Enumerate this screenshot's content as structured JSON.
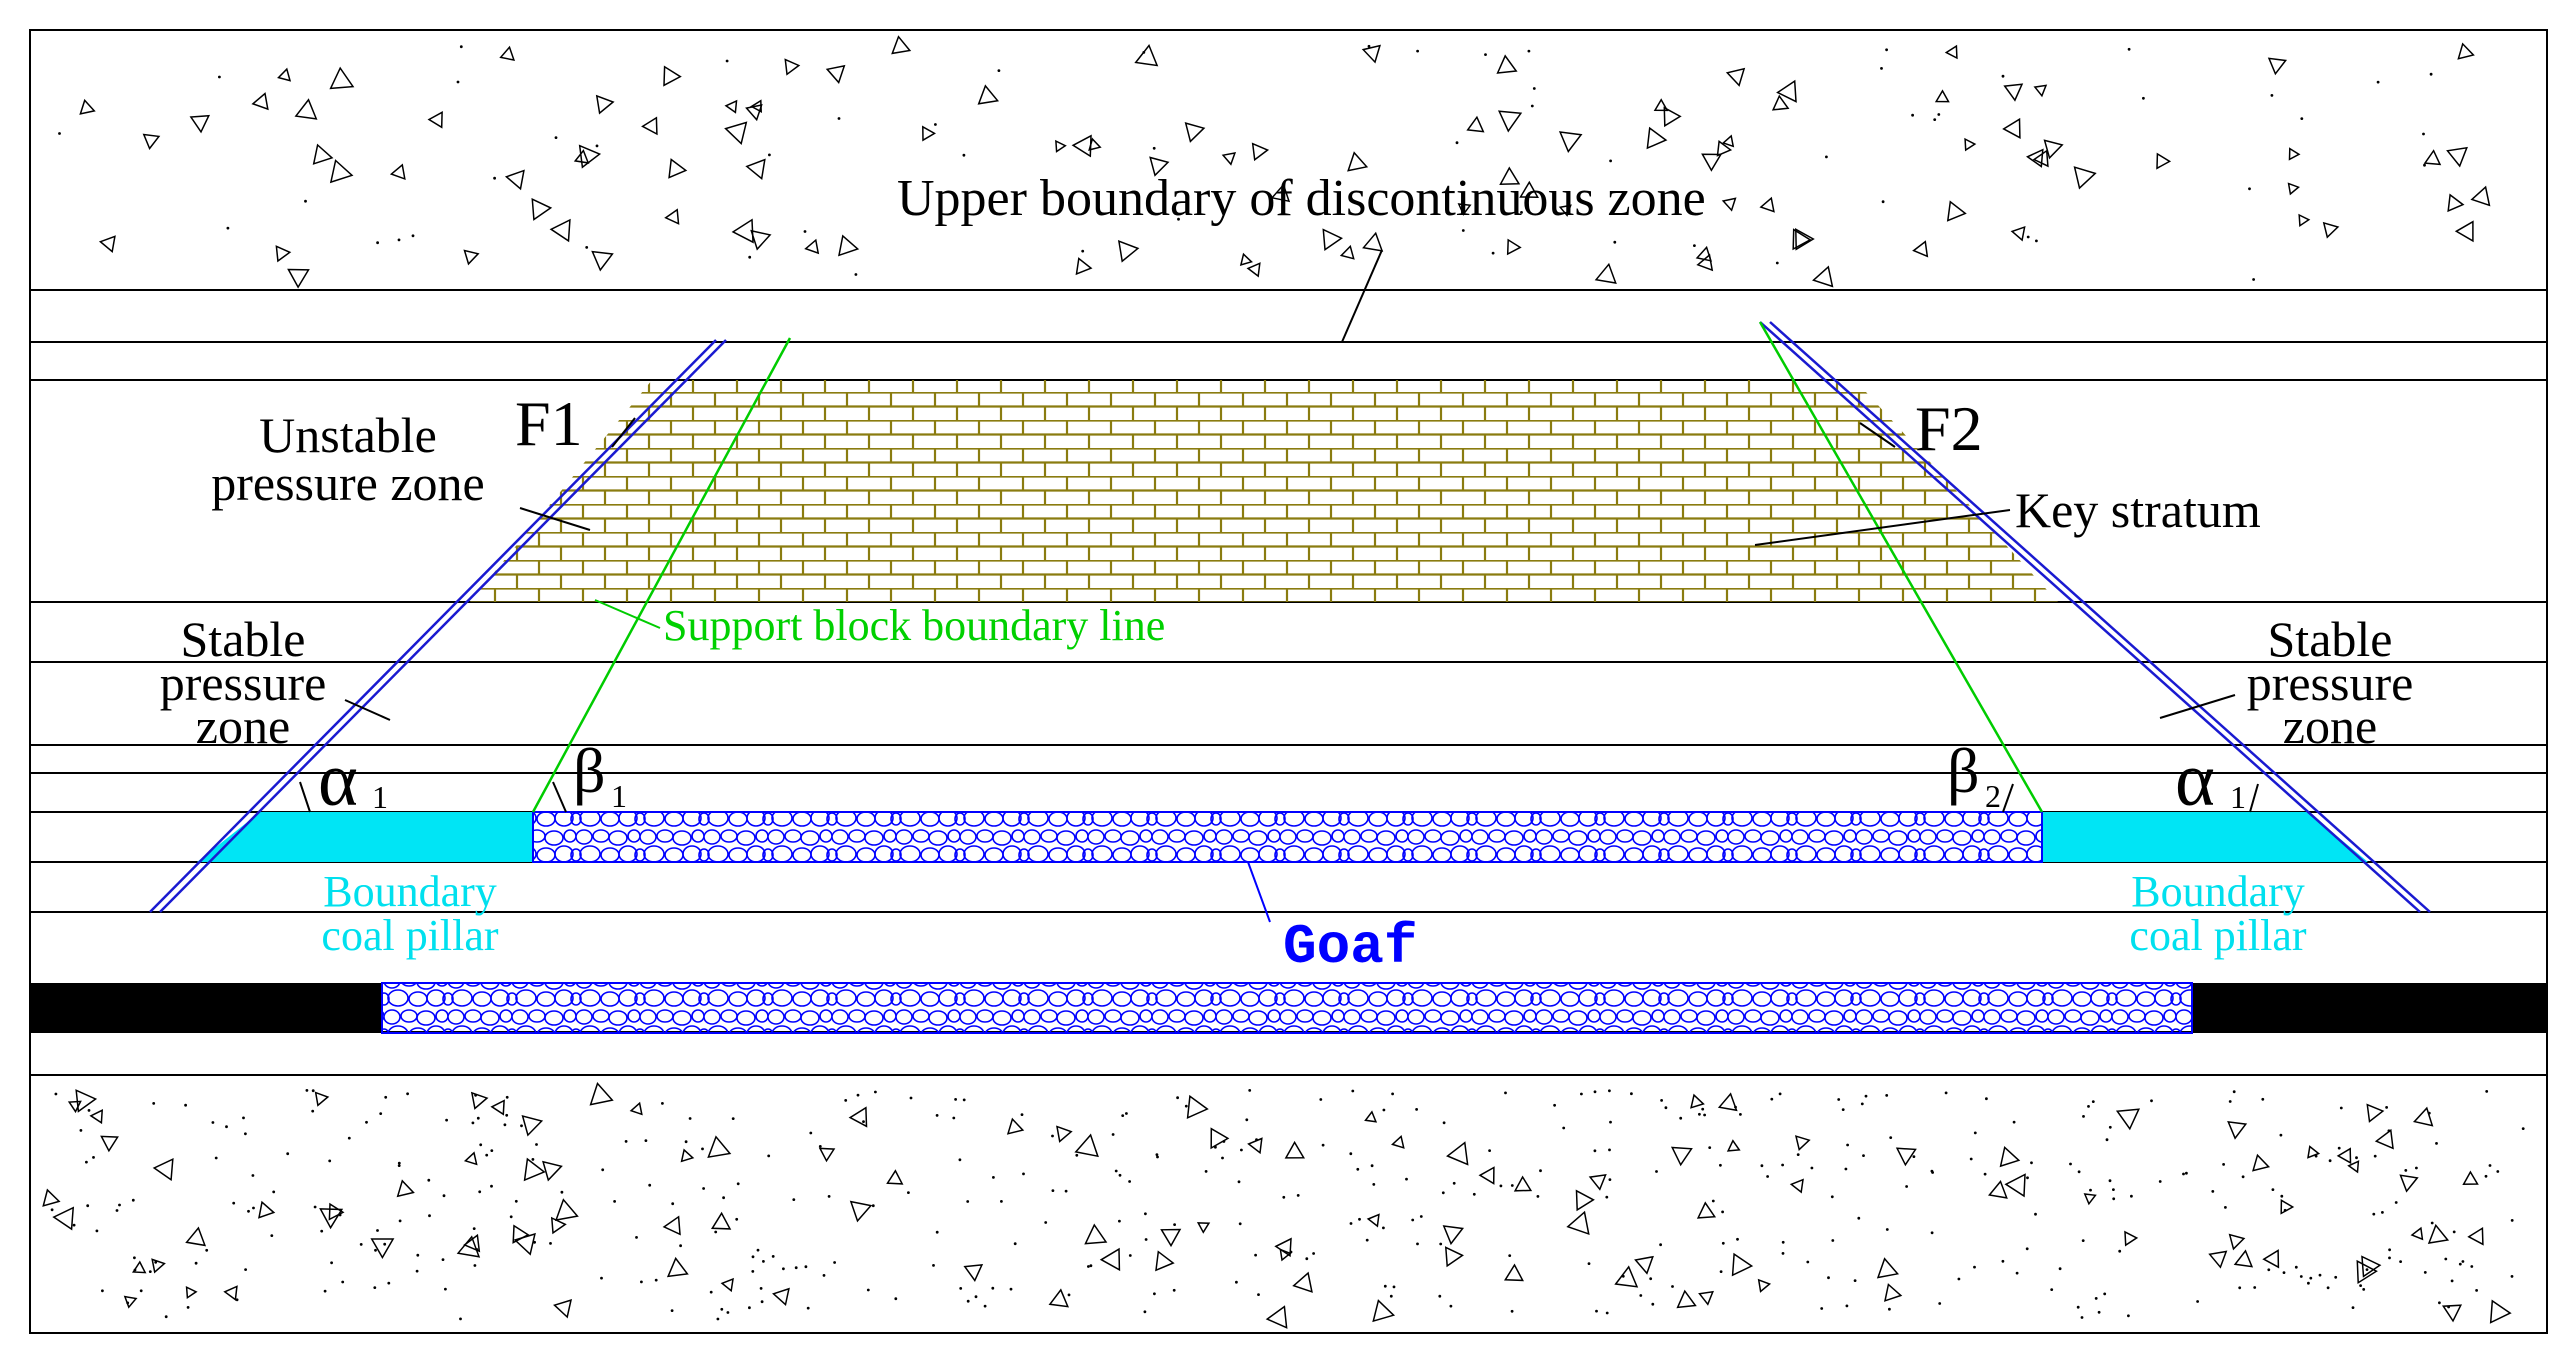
{
  "colors": {
    "background": "#ffffff",
    "stroke": "#000000",
    "key_stratum_brick": "#8a7c10",
    "green_line": "#00cc00",
    "blue_line": "#1a1ad0",
    "cyan_pillar": "#00e5f5",
    "goaf_rock": "#0000ff",
    "coal_seam": "#000000"
  },
  "labels": {
    "upper_boundary": "Upper boundary of discontinuous zone",
    "f1": "F1",
    "f2": "F2",
    "unstable_line1": "Unstable",
    "unstable_line2": "pressure zone",
    "key_stratum": "Key stratum",
    "support_block": "Support block boundary line",
    "stable_left_line1": "Stable",
    "stable_left_line2": "pressure",
    "stable_left_line3": "zone",
    "stable_right_line1": "Stable",
    "stable_right_line2": "pressure",
    "stable_right_line3": "zone",
    "alpha_left": "α",
    "alpha_left_sub": "1",
    "alpha_right": "α",
    "alpha_right_sub": "1",
    "beta_left": "β",
    "beta_left_sub": "1",
    "beta_right": "β",
    "beta_right_sub": "2",
    "pillar_left_line1": "Boundary",
    "pillar_left_line2": "coal pillar",
    "pillar_right_line1": "Boundary",
    "pillar_right_line2": "coal pillar",
    "goaf": "Goaf"
  }
}
